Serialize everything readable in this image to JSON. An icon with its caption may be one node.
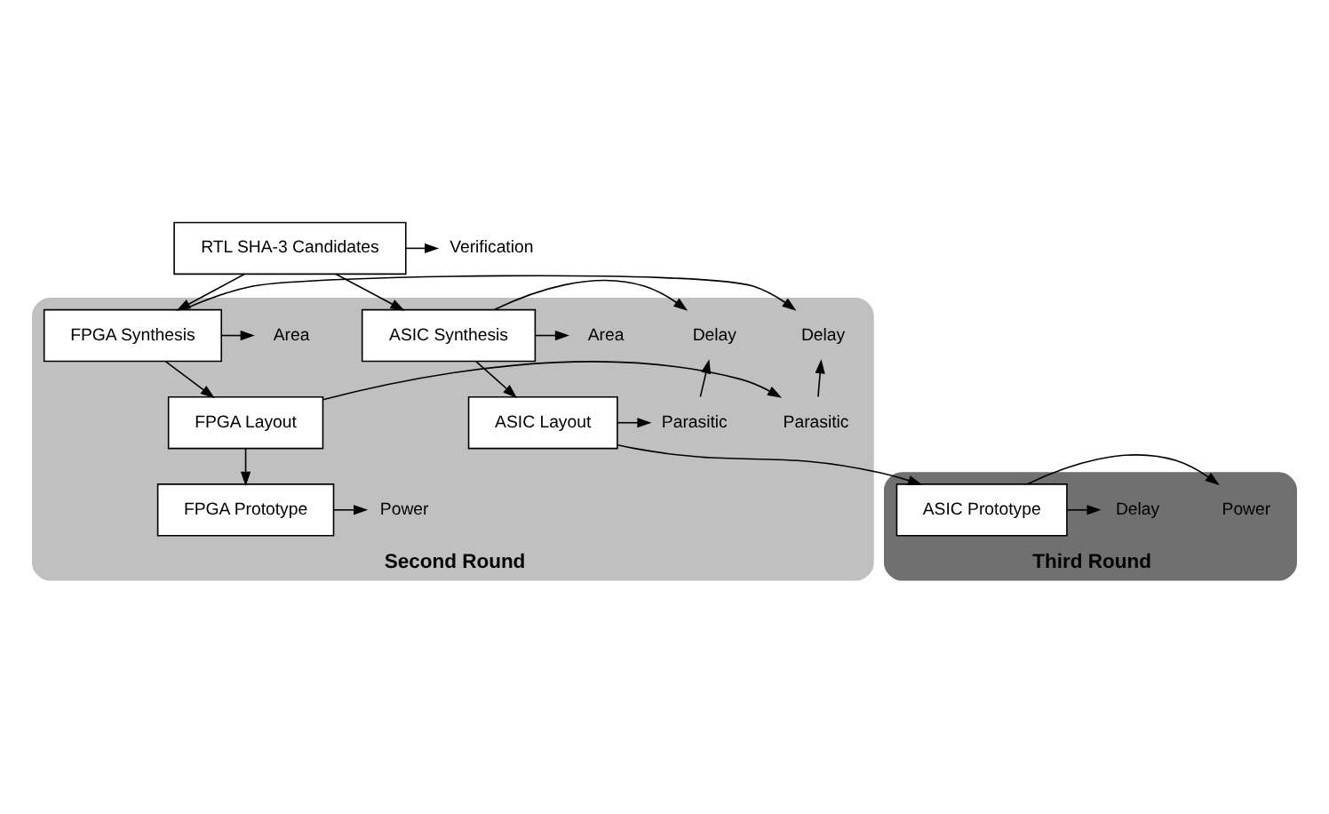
{
  "diagram": {
    "nodes": [
      {
        "text": [
          "RTL SHA-3 Candidates"
        ]
      },
      {
        "text": [
          "Verification"
        ]
      },
      {
        "text": [
          "Second Round"
        ]
      },
      {
        "text": [
          "FPGA Synthesis"
        ],
        "in": 2
      },
      {
        "text": [
          "Area"
        ],
        "in": 2
      },
      {
        "text": [
          "Delay"
        ],
        "in": 2
      },
      {
        "text": [
          "FPGA Layout"
        ],
        "in": 2
      },
      {
        "text": [
          "Parasitic"
        ],
        "in": 2
      },
      {
        "text": [
          "FPGA Prototype"
        ],
        "in": 2
      },
      {
        "text": [
          "Power"
        ],
        "in": 2
      },
      {
        "text": [
          "ASIC Synthesis"
        ],
        "in": 2
      },
      {
        "text": [
          "Area"
        ],
        "in": 2
      },
      {
        "text": [
          "Delay"
        ],
        "in": 2
      },
      {
        "text": [
          "ASIC Layout"
        ],
        "in": 2
      },
      {
        "text": [
          "Parasitic"
        ],
        "in": 2
      },
      {
        "text": [
          "Third Round"
        ]
      },
      {
        "text": [
          "ASIC Prototype"
        ],
        "in": 15
      },
      {
        "text": [
          "Power"
        ],
        "in": 15
      },
      {
        "text": [
          "Delay"
        ],
        "in": 15
      }
    ],
    "edges": [
      {
        "from": 0,
        "to": 1,
        "arrow": "to"
      },
      {
        "from": 0,
        "to": 3,
        "arrow": "to"
      },
      {
        "from": 0,
        "to": 10,
        "arrow": "to"
      },
      {
        "from": 3,
        "to": 4,
        "arrow": "to"
      },
      {
        "from": 3,
        "to": 5,
        "arrow": "to"
      },
      {
        "from": 3,
        "to": 6,
        "arrow": "to"
      },
      {
        "from": 6,
        "to": 7,
        "arrow": "to"
      },
      {
        "from": 7,
        "to": 5,
        "arrow": "to"
      },
      {
        "from": 6,
        "to": 8,
        "arrow": "to"
      },
      {
        "from": 8,
        "to": 9,
        "arrow": "to"
      },
      {
        "from": 10,
        "to": 11,
        "arrow": "to"
      },
      {
        "from": 10,
        "to": 12,
        "arrow": "to"
      },
      {
        "from": 10,
        "to": 13,
        "arrow": "to"
      },
      {
        "from": 13,
        "to": 14,
        "arrow": "to"
      },
      {
        "from": 14,
        "to": 12,
        "arrow": "to"
      },
      {
        "from": 13,
        "to": 16,
        "arrow": "to"
      },
      {
        "from": 16,
        "to": 17,
        "arrow": "to"
      },
      {
        "from": 16,
        "to": 18,
        "arrow": "to"
      }
    ]
  }
}
